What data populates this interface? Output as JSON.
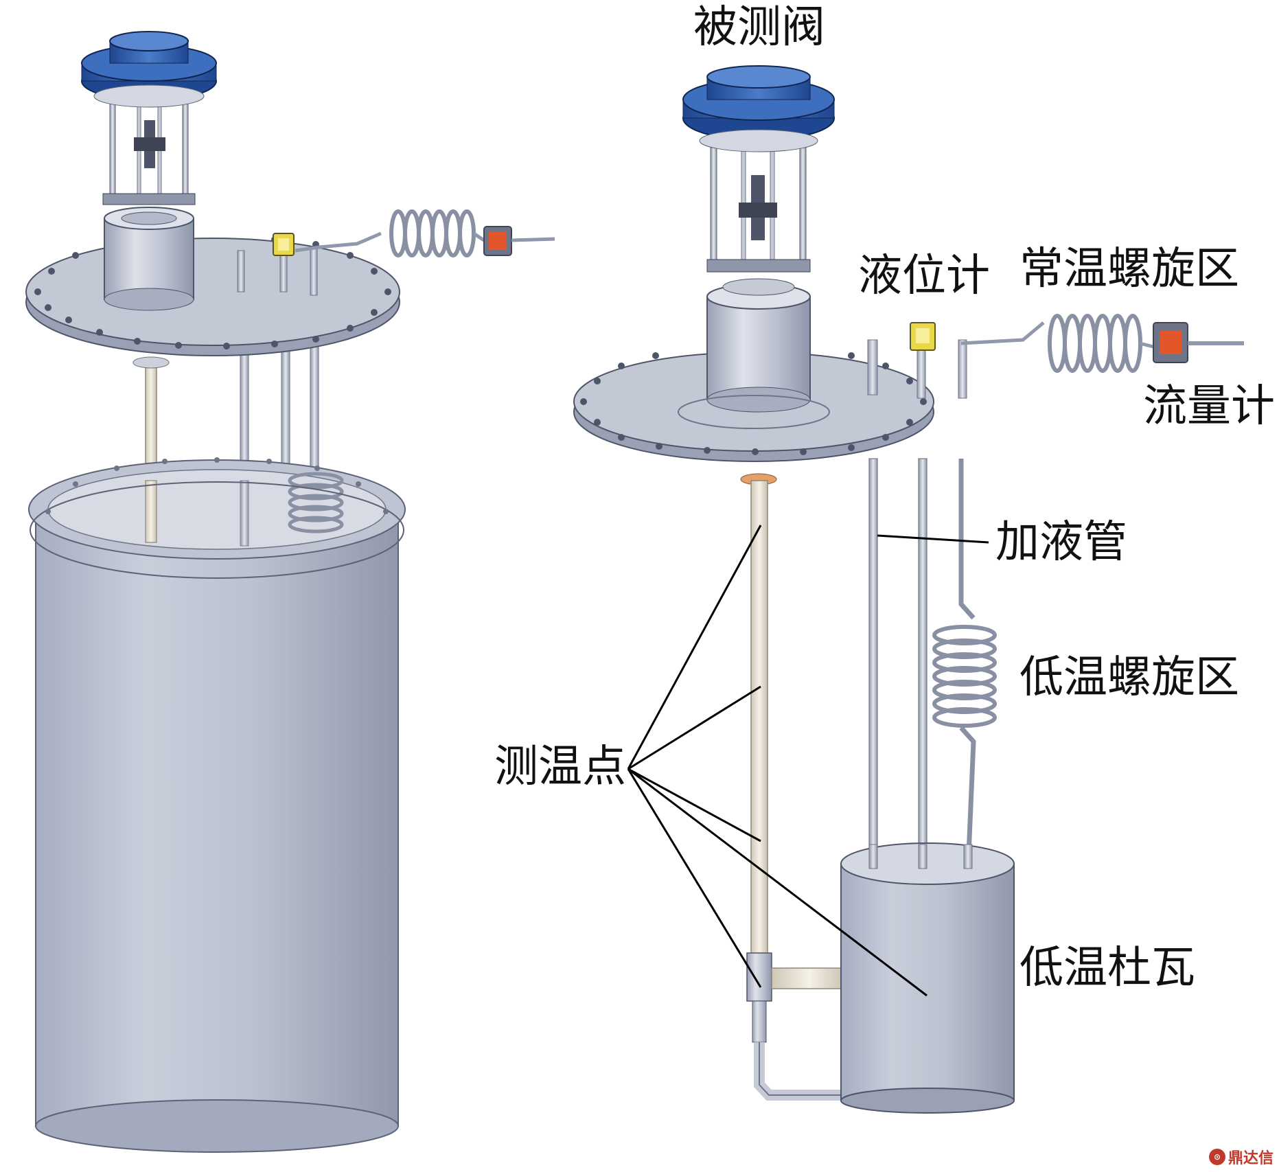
{
  "labels": {
    "valve": "被测阀",
    "level_gauge": "液位计",
    "room_temp_spiral": "常温螺旋区",
    "flow_meter": "流量计",
    "fill_pipe": "加液管",
    "low_temp_spiral": "低温螺旋区",
    "temp_points": "测温点",
    "dewar": "低温杜瓦"
  },
  "watermark": "鼎达信",
  "colors": {
    "metal": "#b9bfd0",
    "metal_dark": "#8c93a8",
    "metal_light": "#e2e5ee",
    "actuator_blue": "#2f5fae",
    "indicator_yellow": "#e8d84a",
    "indicator_orange": "#e2562a",
    "pipe_cream": "#efe9dc",
    "leader_line": "#000000"
  }
}
